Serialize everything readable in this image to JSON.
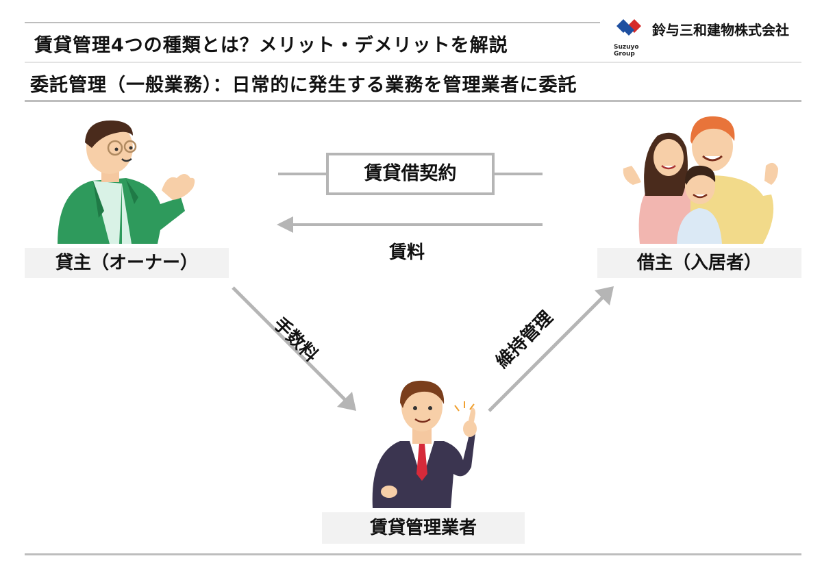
{
  "header": {
    "title": "賃貸管理4つの種類とは？メリット・デメリットを解説",
    "subtitle": "委託管理（一般業務）：日常的に発生する業務を管理業者に委託",
    "company_name": "鈴与三和建物株式会社",
    "logo_text_1": "Suzuyo",
    "logo_text_2": "Group",
    "logo_colors": [
      "#1e4fa0",
      "#d62a2a"
    ]
  },
  "diagram": {
    "owner_label": "貸主（オーナー）",
    "tenant_label": "借主（入居者）",
    "manager_label": "賃貸管理業者",
    "contract_label": "賃貸借契約",
    "rent_label": "賃料",
    "fee_label": "手数料",
    "maintenance_label": "維持管理"
  },
  "colors": {
    "line_gray": "#b5b5b5",
    "label_bg": "#f2f2f2",
    "owner_jacket": "#2e9a5c",
    "manager_suit": "#3b3550",
    "tie": "#d62a3a"
  }
}
